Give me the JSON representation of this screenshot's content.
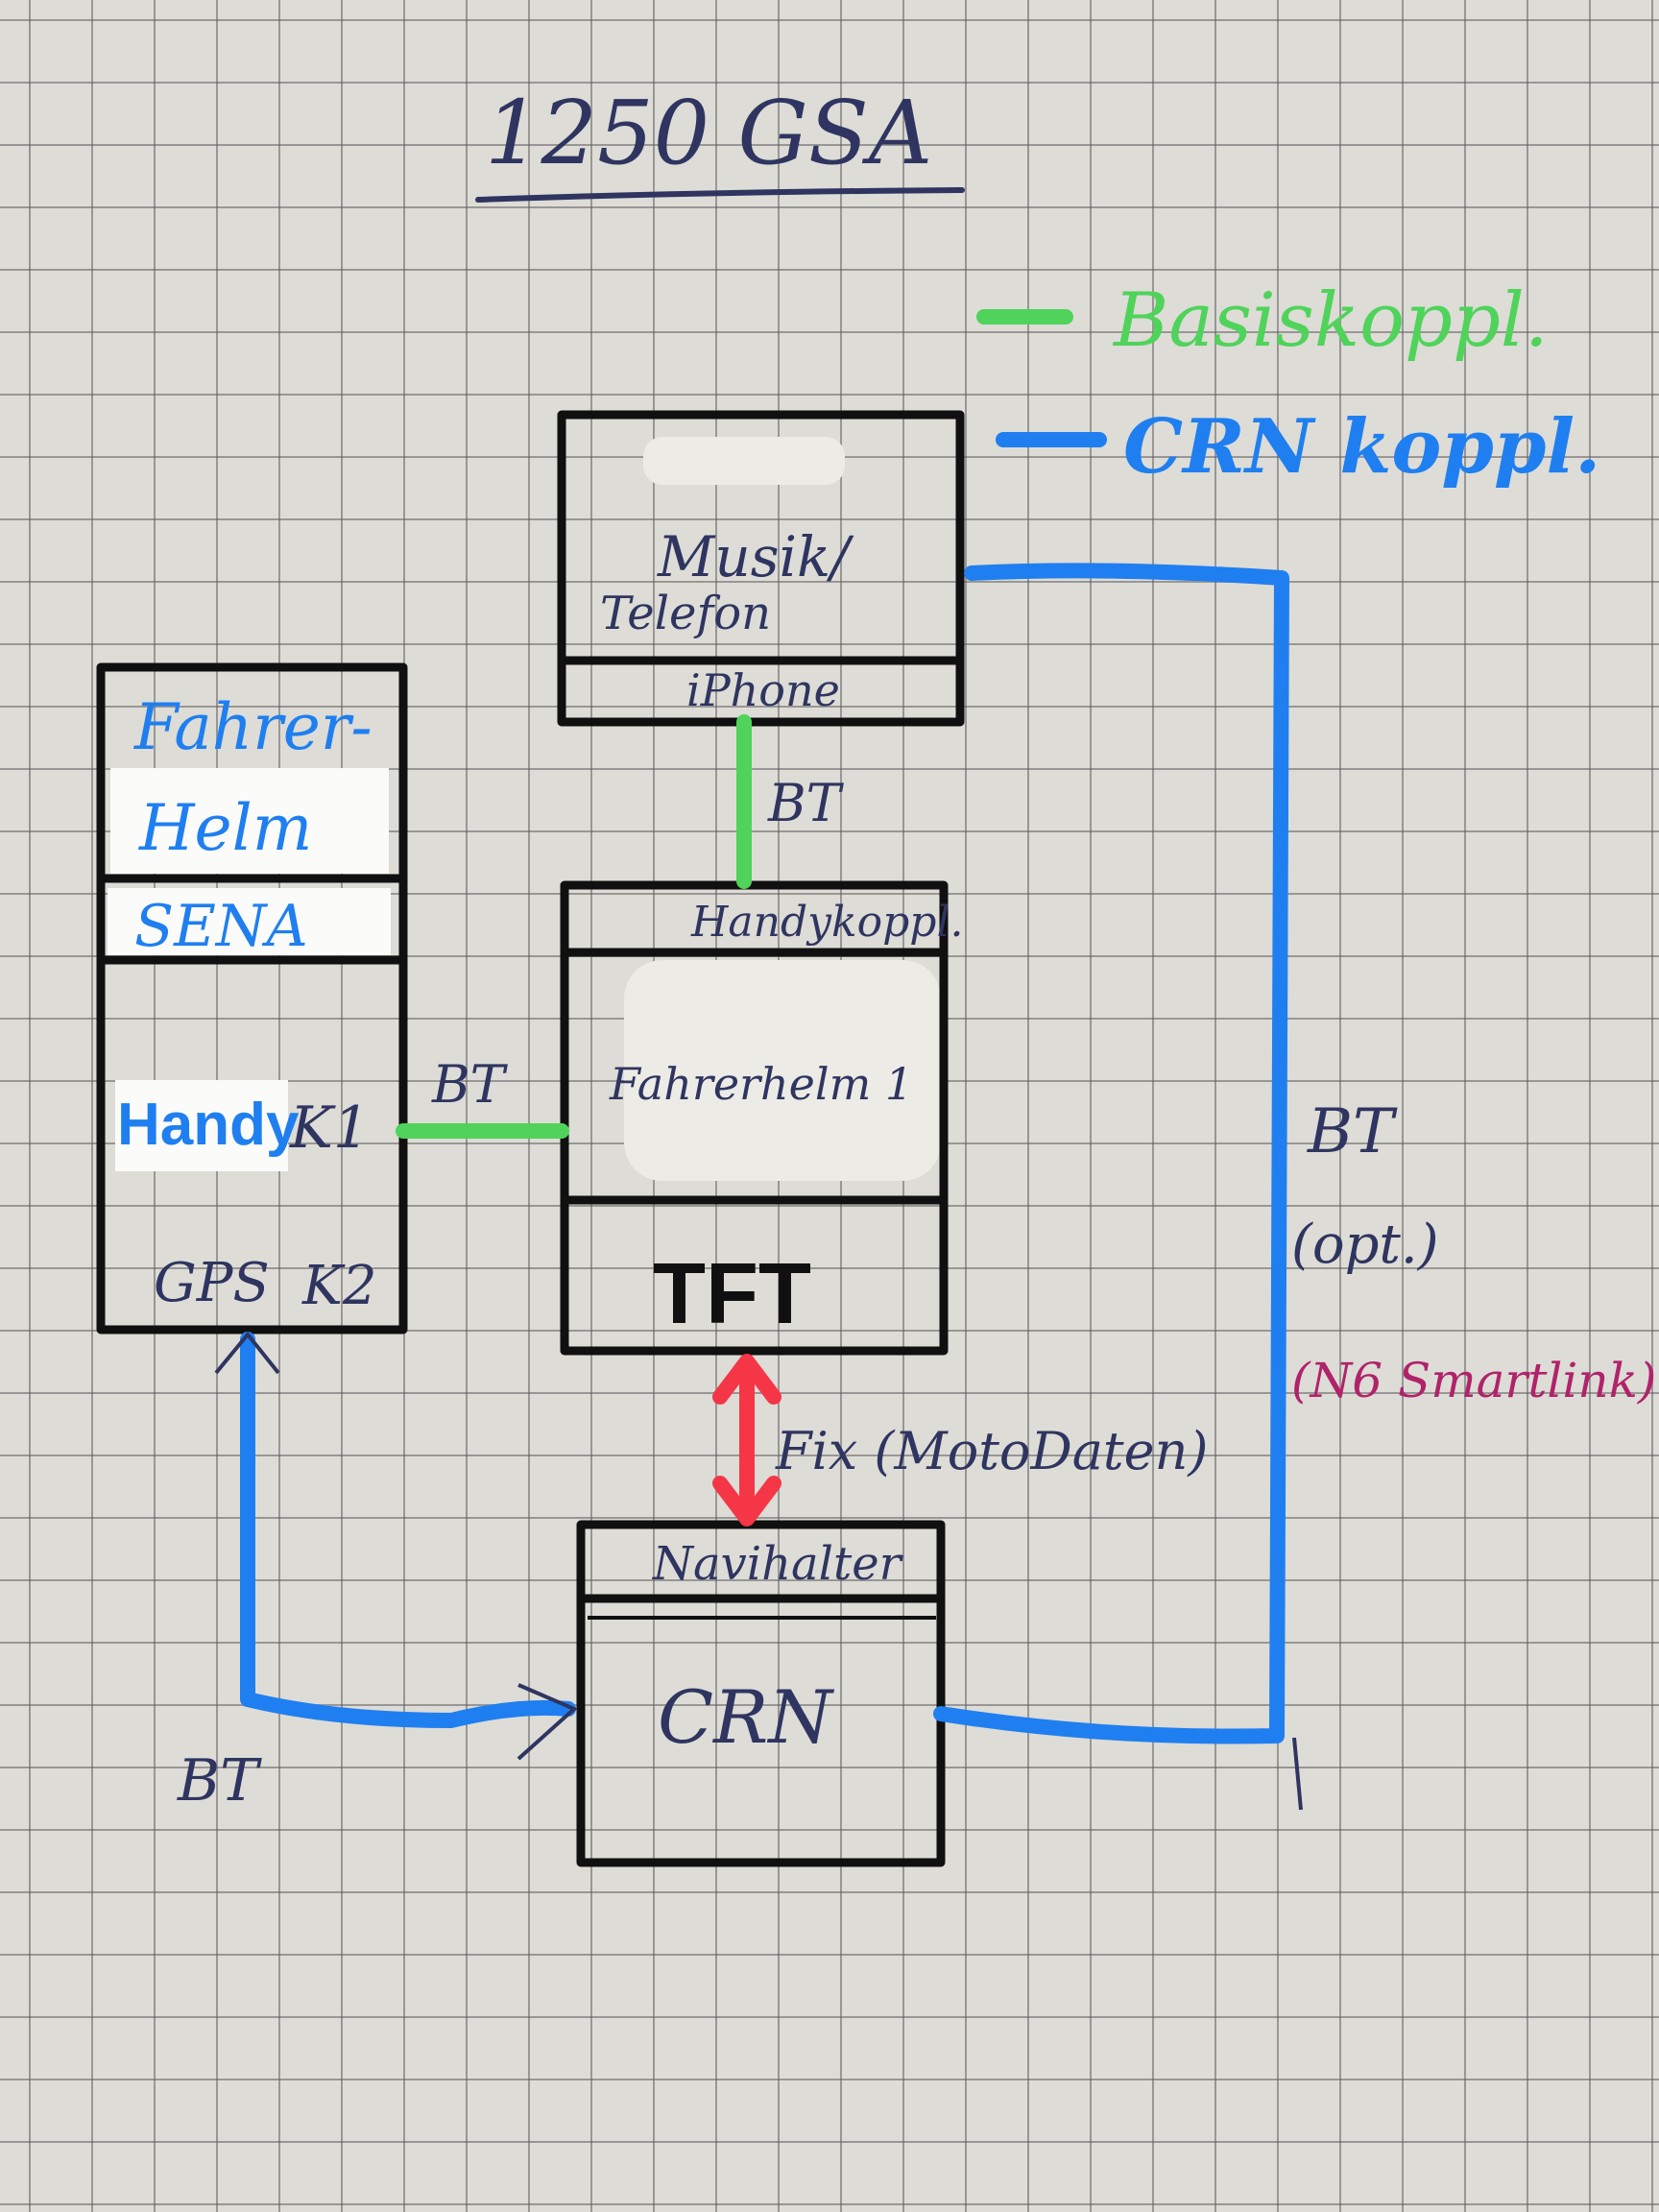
{
  "title": "1250 GSA",
  "legend": {
    "items": [
      {
        "label": "Basiskoppl.",
        "color": "#4fd35a"
      },
      {
        "label": "CRN koppl.",
        "color": "#1f7ff0"
      }
    ]
  },
  "boxes": {
    "phone": {
      "main_line1": "Musik/",
      "main_line2": "Telefon",
      "footer": "iPhone"
    },
    "helmet": {
      "line1": "Fahrer-",
      "line2": "Helm",
      "brand": "SENA",
      "slot1_label": "Handy",
      "slot1_id": "K1",
      "slot2_label": "GPS",
      "slot2_id": "K2"
    },
    "tft": {
      "header": "Handykoppl.",
      "middle": "Fahrerhelm 1",
      "footer": "TFT"
    },
    "crn": {
      "header": "Navihalter",
      "main": "CRN"
    }
  },
  "connections": {
    "phone_tft": {
      "label": "BT",
      "type": "Basiskoppl."
    },
    "helmet_tft": {
      "label": "BT",
      "type": "Basiskoppl."
    },
    "tft_crn": {
      "label": "Fix (MotoDaten)",
      "type": "fixed"
    },
    "helmet_crn": {
      "label": "BT",
      "type": "CRN koppl."
    },
    "phone_crn": {
      "label": "BT",
      "note": "(opt.)",
      "extra": "(N6 Smartlink)",
      "type": "CRN koppl."
    }
  },
  "colors": {
    "basis": "#4fd35a",
    "crn": "#1f7ff0",
    "fixed": "#f53646",
    "note": "#b0236a",
    "ink": "#2f3560"
  }
}
